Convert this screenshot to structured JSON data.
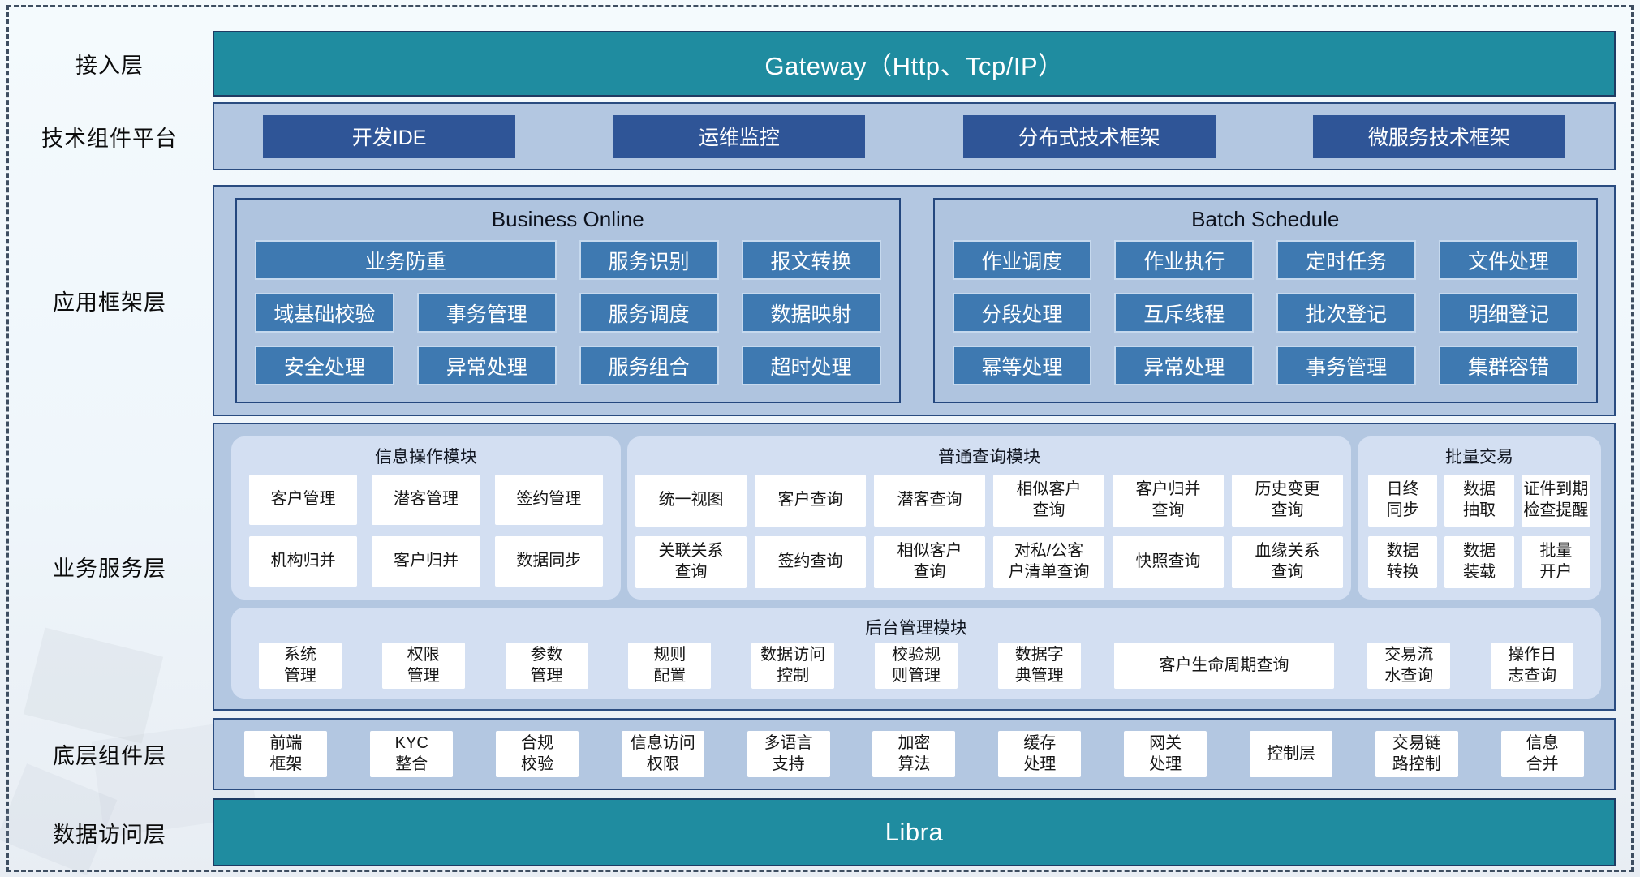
{
  "colors": {
    "teal": "#1f8ca0",
    "band_blue": "#b3c7e1",
    "inner_panel_blue": "#afc4df",
    "rounded_panel_blue": "#d3dff2",
    "steel_blue": "#3e79b1",
    "dark_blue_button": "#2f5597",
    "border_navy": "#24477e",
    "cell_white": "#ffffff"
  },
  "layers": {
    "access": {
      "label": "接入层",
      "gateway": "Gateway（Http、Tcp/IP）"
    },
    "tech": {
      "label": "技术组件平台",
      "items": [
        "开发IDE",
        "运维监控",
        "分布式技术框架",
        "微服务技术框架"
      ]
    },
    "appframe": {
      "label": "应用框架层",
      "business_online": {
        "title": "Business Online",
        "items": [
          "业务防重",
          "服务识别",
          "报文转换",
          "域基础校验",
          "事务管理",
          "服务调度",
          "数据映射",
          "安全处理",
          "异常处理",
          "服务组合",
          "超时处理"
        ]
      },
      "batch_schedule": {
        "title": "Batch Schedule",
        "items": [
          "作业调度",
          "作业执行",
          "定时任务",
          "文件处理",
          "分段处理",
          "互斥线程",
          "批次登记",
          "明细登记",
          "幂等处理",
          "异常处理",
          "事务管理",
          "集群容错"
        ]
      }
    },
    "bizservice": {
      "label": "业务服务层",
      "info_module": {
        "title": "信息操作模块",
        "items": [
          "客户管理",
          "潜客管理",
          "签约管理",
          "机构归并",
          "客户归并",
          "数据同步"
        ]
      },
      "query_module": {
        "title": "普通查询模块",
        "items": [
          "统一视图",
          "客户查询",
          "潜客查询",
          "相似客户\n查询",
          "客户归并\n查询",
          "历史变更\n查询",
          "关联关系\n查询",
          "签约查询",
          "相似客户\n查询",
          "对私/公客\n户清单查询",
          "快照查询",
          "血缘关系\n查询"
        ]
      },
      "batch_module": {
        "title": "批量交易",
        "items": [
          "日终\n同步",
          "数据\n抽取",
          "证件到期\n检查提醒",
          "数据\n转换",
          "数据\n装载",
          "批量\n开户"
        ]
      },
      "admin_module": {
        "title": "后台管理模块",
        "items": [
          "系统\n管理",
          "权限\n管理",
          "参数\n管理",
          "规则\n配置",
          "数据访问\n控制",
          "校验规\n则管理",
          "数据字\n典管理",
          "客户生命周期查询",
          "交易流\n水查询",
          "操作日\n志查询"
        ]
      }
    },
    "basecomp": {
      "label": "底层组件层",
      "items": [
        "前端\n框架",
        "KYC\n整合",
        "合规\n校验",
        "信息访问\n权限",
        "多语言\n支持",
        "加密\n算法",
        "缓存\n处理",
        "网关\n处理",
        "控制层",
        "交易链\n路控制",
        "信息\n合并"
      ]
    },
    "dataaccess": {
      "label": "数据访问层",
      "product": "Libra"
    }
  }
}
